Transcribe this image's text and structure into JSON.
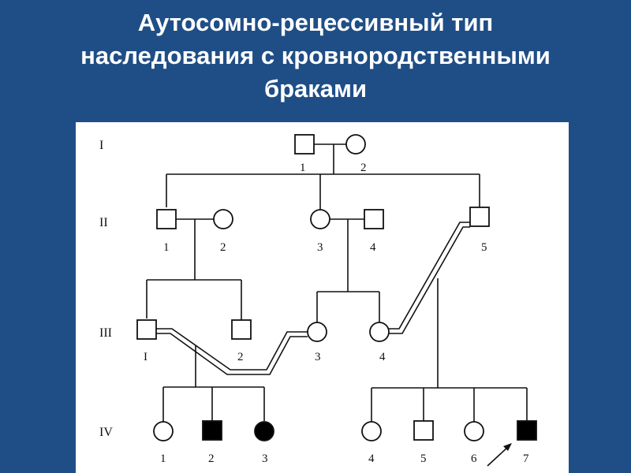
{
  "title": {
    "line1": "Аутосомно-рецессивный тип",
    "line2": "наследования с кровнородственными",
    "line3": "браками"
  },
  "colors": {
    "background": "#1f4e86",
    "panel": "#ffffff",
    "affected": "#000000"
  },
  "generations": {
    "I": "I",
    "II": "II",
    "III": "III",
    "IV": "IV"
  },
  "individuals": {
    "I1": {
      "label": "1",
      "sex": "male",
      "affected": false
    },
    "I2": {
      "label": "2",
      "sex": "female",
      "affected": false
    },
    "II1": {
      "label": "1",
      "sex": "male",
      "affected": false
    },
    "II2": {
      "label": "2",
      "sex": "female",
      "affected": false
    },
    "II3": {
      "label": "3",
      "sex": "female",
      "affected": false
    },
    "II4": {
      "label": "4",
      "sex": "male",
      "affected": false
    },
    "II5": {
      "label": "5",
      "sex": "male",
      "affected": false
    },
    "III1": {
      "label": "I",
      "sex": "male",
      "affected": false
    },
    "III2": {
      "label": "2",
      "sex": "male",
      "affected": false
    },
    "III3": {
      "label": "3",
      "sex": "female",
      "affected": false
    },
    "III4": {
      "label": "4",
      "sex": "female",
      "affected": false
    },
    "IV1": {
      "label": "1",
      "sex": "female",
      "affected": false
    },
    "IV2": {
      "label": "2",
      "sex": "male",
      "affected": true
    },
    "IV3": {
      "label": "3",
      "sex": "female",
      "affected": true
    },
    "IV4": {
      "label": "4",
      "sex": "female",
      "affected": false
    },
    "IV5": {
      "label": "5",
      "sex": "male",
      "affected": false
    },
    "IV6": {
      "label": "6",
      "sex": "female",
      "affected": false
    },
    "IV7": {
      "label": "7",
      "sex": "male",
      "affected": true,
      "proband": true
    }
  }
}
